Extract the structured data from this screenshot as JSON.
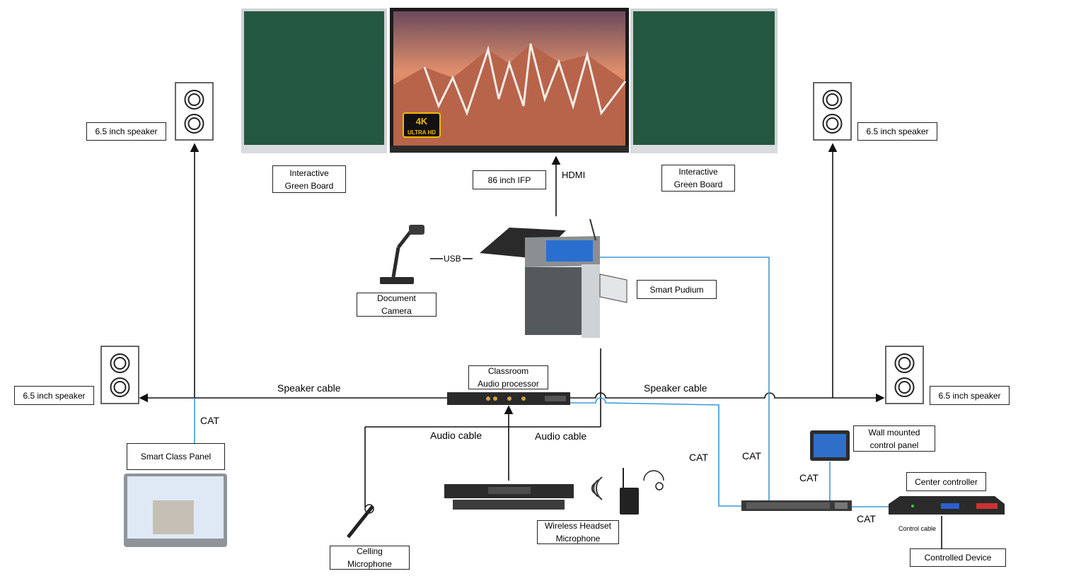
{
  "labels": {
    "speaker_top_left": "6.5 inch speaker",
    "speaker_top_right": "6.5 inch speaker",
    "speaker_mid_left": "6.5 inch speaker",
    "speaker_mid_right": "6.5 inch speaker",
    "green_board_left": "Interactive\nGreen Board",
    "green_board_right": "Interactive\nGreen Board",
    "ifp": "86 inch IFP",
    "document_camera": "Document\nCamera",
    "smart_podium": "Smart Pudium",
    "audio_processor": "Classroom\nAudio processor",
    "smart_class_panel": "Smart Class Panel",
    "ceiling_mic": "Celling\nMicrophone",
    "wireless_mic": "Wireless Headset\nMicrophone",
    "wall_panel": "Wall mounted\ncontrol panel",
    "center_controller": "Center controller",
    "controlled_device": "Controlled Device"
  },
  "connections": {
    "hdmi": "HDMI",
    "usb": "USB",
    "speaker_cable_left": "Speaker cable",
    "speaker_cable_right": "Speaker  cable",
    "cat_panel": "CAT",
    "audio_cable_left": "Audio cable",
    "audio_cable_right": "Audio cable",
    "cat_processor": "CAT",
    "cat_podium": "CAT",
    "cat_wall": "CAT",
    "cat_controller": "CAT",
    "control_cable": "Control cable"
  },
  "display": {
    "badge_4k": "4K",
    "badge_uhd": "ULTRA HD"
  },
  "colors": {
    "line_black": "#111111",
    "line_blue": "#3a9ad9",
    "green_board": "#23573f",
    "screen_sky": "#d98a6a",
    "device_dark": "#2b2b2b"
  }
}
